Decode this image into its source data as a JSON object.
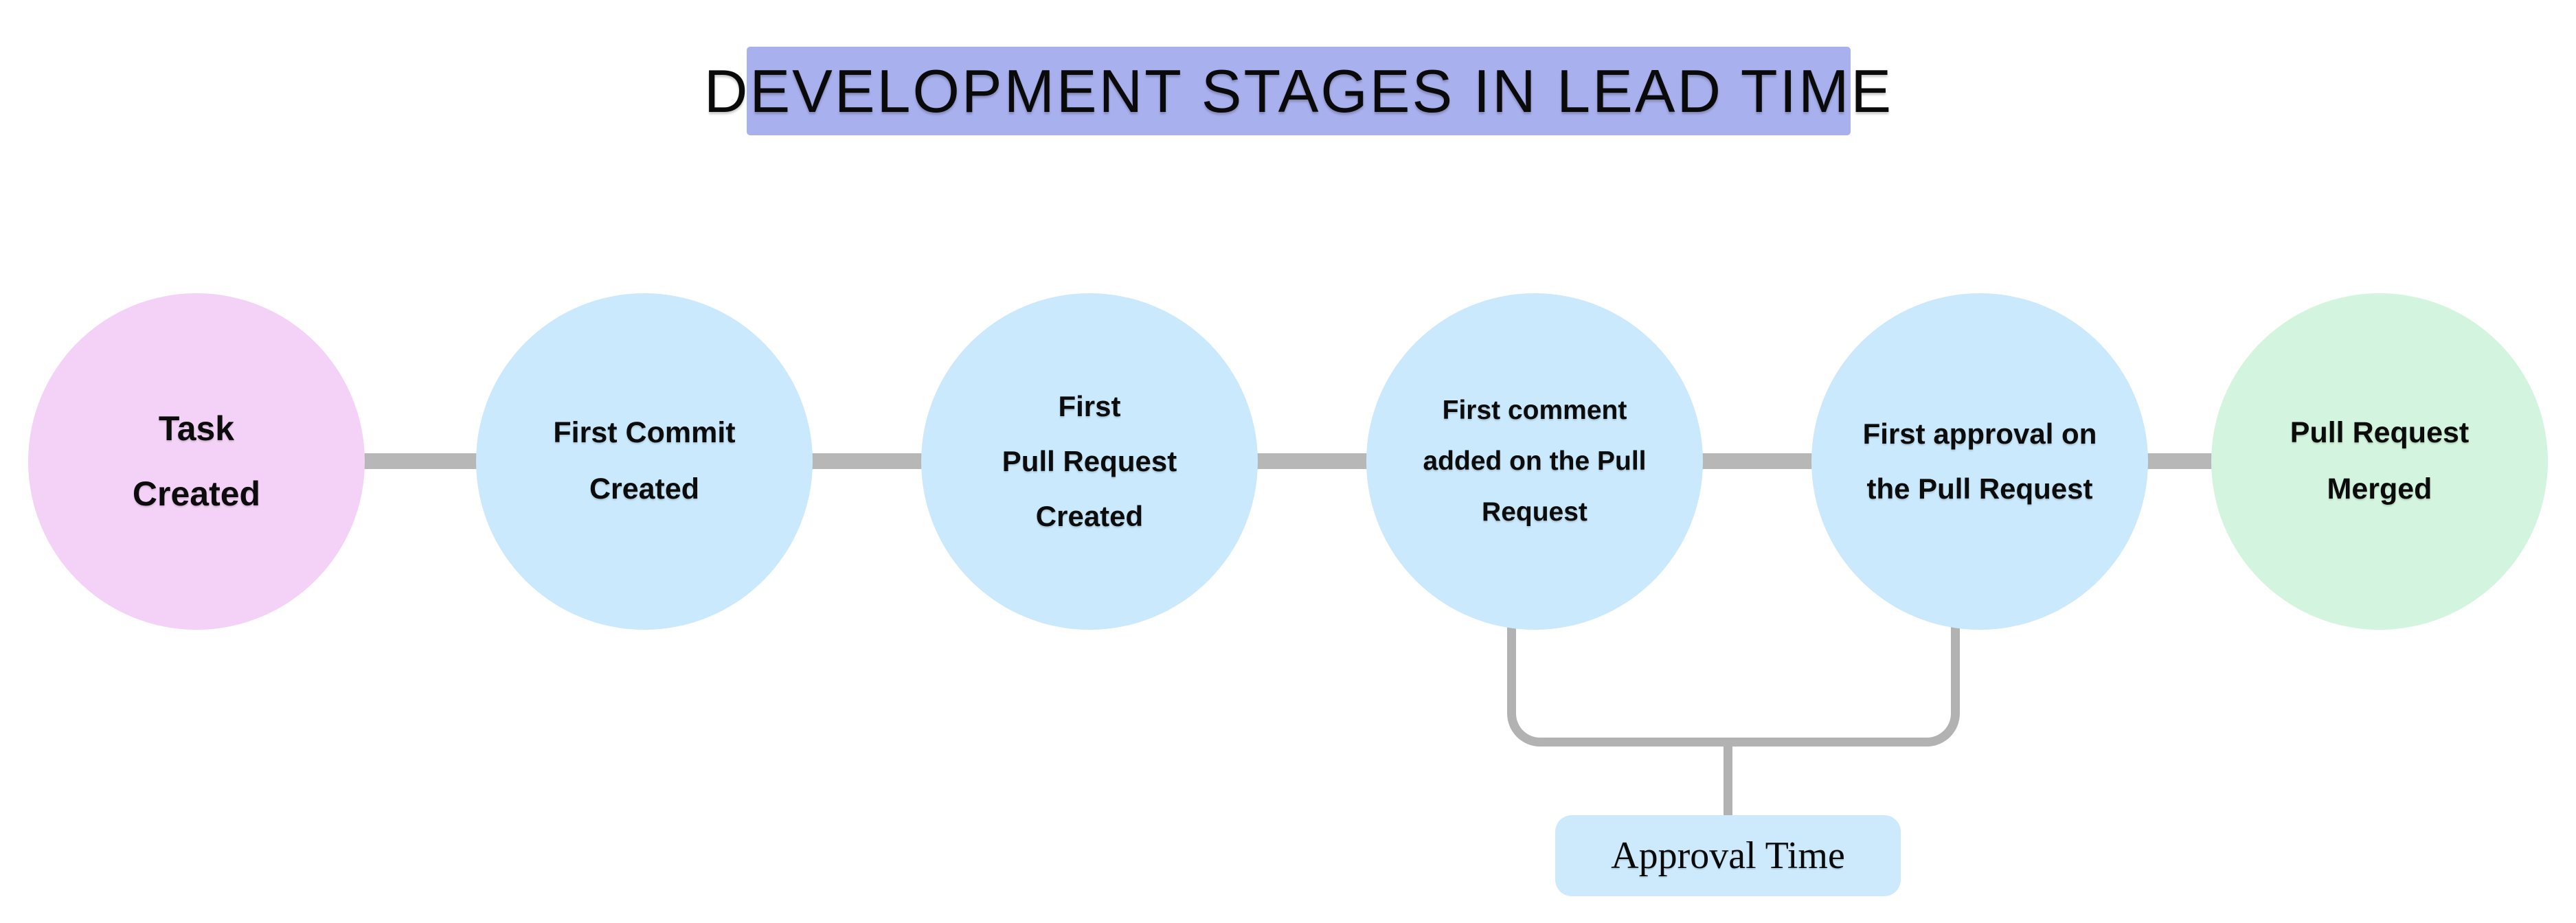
{
  "title": {
    "text": "DEVELOPMENT STAGES IN LEAD TIME",
    "bg": "#a9b0ee"
  },
  "stages": [
    {
      "id": "task-created",
      "lines": [
        "Task",
        "Created"
      ],
      "color": "#f4d2f7"
    },
    {
      "id": "first-commit-created",
      "lines": [
        "First Commit",
        "Created"
      ],
      "color": "#cae9fc"
    },
    {
      "id": "first-pull-request-created",
      "lines": [
        "First",
        "Pull Request",
        "Created"
      ],
      "color": "#cae9fc"
    },
    {
      "id": "first-comment-added",
      "lines": [
        "First comment",
        "added on the Pull",
        "Request"
      ],
      "color": "#cae9fc"
    },
    {
      "id": "first-approval",
      "lines": [
        "First approval on",
        "the Pull Request"
      ],
      "color": "#cae9fc"
    },
    {
      "id": "pull-request-merged",
      "lines": [
        "Pull Request",
        "Merged"
      ],
      "color": "#d3f5df"
    }
  ],
  "annotation": {
    "label": "Approval Time",
    "bg": "#cdeafc",
    "spans_stages": [
      "first-comment-added",
      "first-approval"
    ]
  },
  "colors": {
    "canvas": "#ffffff",
    "connector": "#b7b7b7",
    "bracket": "#b2b2b2",
    "text": "#0b0b0b"
  }
}
